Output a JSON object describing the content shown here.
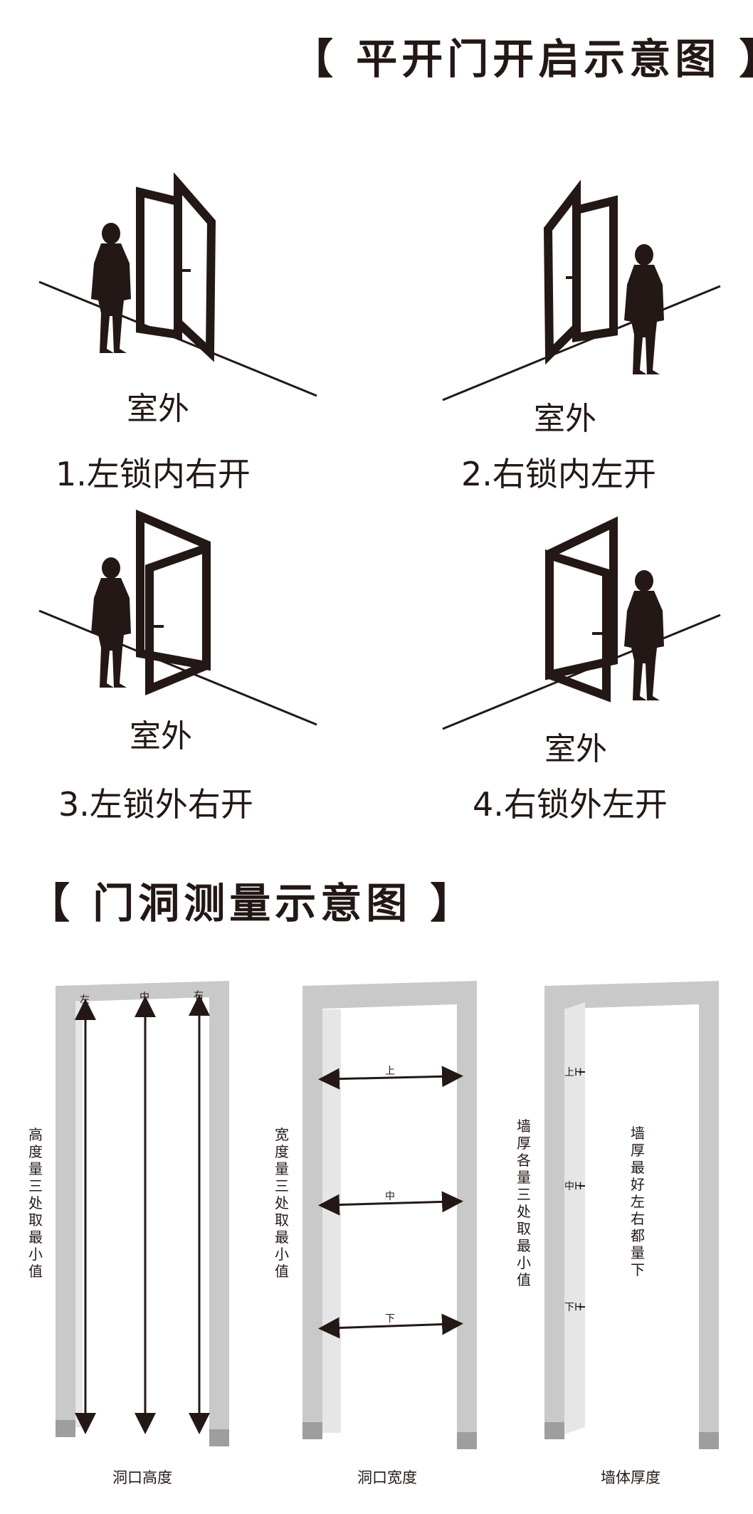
{
  "section1": {
    "title": "【 平开门开启示意图 】",
    "outside_label": "室外",
    "items": [
      {
        "caption": "1.左锁内右开"
      },
      {
        "caption": "2.右锁内左开"
      },
      {
        "caption": "3.左锁外右开"
      },
      {
        "caption": "4.右锁外左开"
      }
    ]
  },
  "section2": {
    "title": "【 门洞测量示意图 】",
    "panels": [
      {
        "caption": "洞口高度",
        "note": "高度量三处取最小值",
        "markers": [
          "左",
          "中",
          "右"
        ]
      },
      {
        "caption": "洞口宽度",
        "note": "宽度量三处取最小值",
        "markers": [
          "上",
          "中",
          "下"
        ]
      },
      {
        "caption": "墙体厚度",
        "note": "墙厚各量三处取最小值",
        "note2": "墙厚最好左右都量下",
        "markers": [
          "上H",
          "中H",
          "下H"
        ]
      }
    ]
  },
  "colors": {
    "ink": "#231815",
    "wall": "#c9c9c9",
    "wall_light": "#e6e6e6",
    "base": "#9e9e9e"
  }
}
